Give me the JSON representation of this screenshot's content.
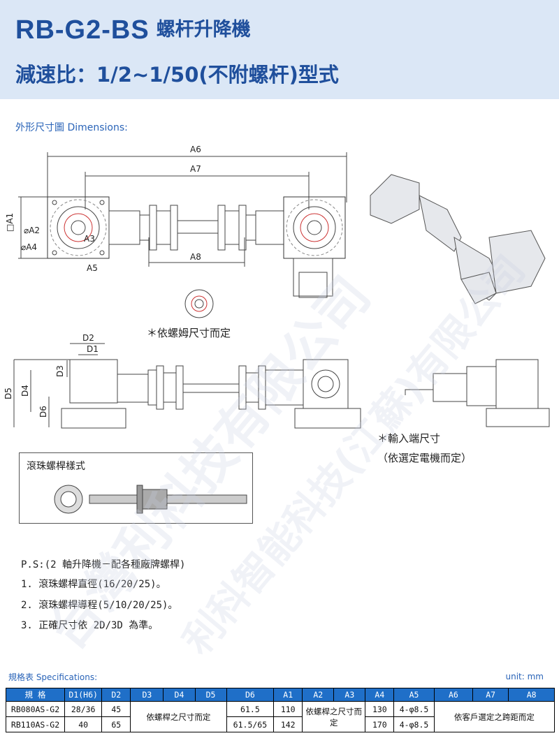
{
  "header": {
    "model": "RB-G2-BS",
    "product": "螺杆升降機",
    "ratio_line": "減速比：1/2~1/50(不附螺杆)型式"
  },
  "dimensions_label": "外形尺寸圖 Dimensions:",
  "drawing_labels": {
    "A6": "A6",
    "A7": "A7",
    "A8": "A8",
    "A1": "□A1",
    "A2": "⌀A2",
    "A3": "A3",
    "A4": "⌀A4",
    "A5": "A5",
    "D1": "D1",
    "D2": "D2",
    "D3": "D3",
    "D4": "D4",
    "D5": "D5",
    "D6": "D6"
  },
  "notes": {
    "nut_note": "＊依螺姆尺寸而定",
    "input_note_1": "＊輸入端尺寸",
    "input_note_2": "（依選定電機而定）"
  },
  "ball_screw_label": "滾珠螺桿樣式",
  "ps_lines": [
    "P.S:(2 軸升降機－配各種廠牌螺桿)",
    "1. 滾珠螺桿直徑(16/20/25)。",
    "2. 滾珠螺桿導程(5/10/20/25)。",
    "3. 正確尺寸依 2D/3D 為準。"
  ],
  "spec": {
    "label": "規格表 Specifications:",
    "unit": "unit: mm",
    "headers": [
      "規 格",
      "D1(H6)",
      "D2",
      "D3",
      "D4",
      "D5",
      "D6",
      "A1",
      "A2",
      "A3",
      "A4",
      "A5",
      "A6",
      "A7",
      "A8"
    ],
    "rows": [
      {
        "model": "RB080AS-G2",
        "D1": "28/36",
        "D2": "45",
        "D6": "61.5",
        "A1": "110",
        "A4": "130",
        "A5": "4-φ8.5"
      },
      {
        "model": "RB110AS-G2",
        "D1": "40",
        "D2": "65",
        "D6": "61.5/65",
        "A1": "142",
        "A4": "170",
        "A5": "4-φ8.5"
      }
    ],
    "merged_d3_d5": "依螺桿之尺寸而定",
    "merged_a2_a3": "依螺桿之尺寸而定",
    "merged_a6_a8": "依客戶選定之跨距而定"
  },
  "watermark": {
    "line1": "台灣利科技有限公司",
    "line2": "利科智能科技(江蘇)有限公司"
  },
  "colors": {
    "accent": "#1f4f9c",
    "header_bg": "#dbe7f6",
    "table_header": "#1f6fc8"
  }
}
